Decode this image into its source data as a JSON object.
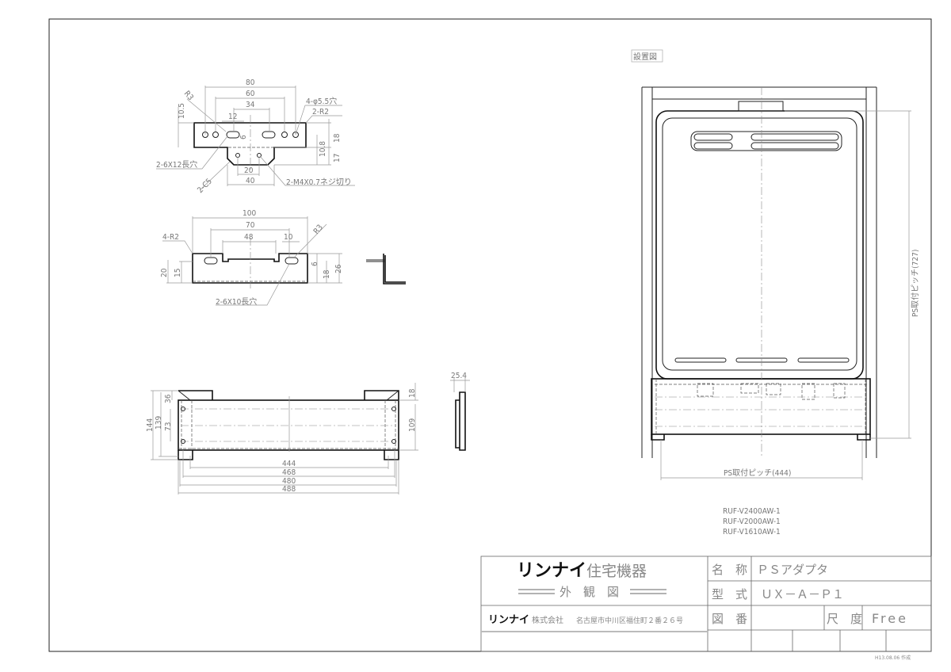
{
  "install_view": {
    "label": "設置図",
    "pitch_vertical": "PS取付ピッチ(727)",
    "pitch_horizontal": "PS取付ピッチ(444)",
    "models": [
      "RUF-V2400AW-1",
      "RUF-V2000AW-1",
      "RUF-V1610AW-1"
    ]
  },
  "bracket_top": {
    "dims": {
      "w80": "80",
      "w60": "60",
      "w34": "34",
      "w12": "12",
      "h6": "6",
      "h10_5": "10.5",
      "h18": "18",
      "h10_8": "10.8",
      "h17": "17",
      "w20": "20",
      "w40": "40"
    },
    "notes": {
      "r3": "R3",
      "holes": "4-φ5.5穴",
      "r2": "2-R2",
      "slots": "2-6X12長穴",
      "chamfer": "2-C5",
      "thread": "2-M4X0.7ネジ切り"
    }
  },
  "bracket_mid": {
    "dims": {
      "w100": "100",
      "w70": "70",
      "w48": "48",
      "w10": "10",
      "h20": "20",
      "h15": "15",
      "h6": "6",
      "h18": "18",
      "h26": "26"
    },
    "notes": {
      "r2": "4-R2",
      "r3": "R3",
      "slots": "2-6X10長穴"
    }
  },
  "cover": {
    "dims": {
      "w444": "444",
      "w468": "468",
      "w480": "480",
      "w488": "488",
      "h144": "144",
      "h139": "139",
      "h73": "73",
      "h36": "36",
      "h18": "18",
      "h109": "109",
      "d25_4": "25.4"
    }
  },
  "title_block": {
    "brand": "リンナイ",
    "brand_sub": "住宅機器",
    "drawing_type": "外　観　図",
    "company_brand": "リンナイ",
    "company_suffix": "株式会社",
    "address": "名古屋市中川区福住町２番２６号",
    "name_label": "名　称",
    "name_value": "ＰＳアダプタ",
    "model_label": "型　式",
    "model_value": "ＵＸ－Ａ－Ｐ１",
    "drawing_no_label": "図　番",
    "drawing_no_value": "",
    "scale_label": "尺　度",
    "scale_value": "Free",
    "created": "H13.08.06 作成"
  }
}
